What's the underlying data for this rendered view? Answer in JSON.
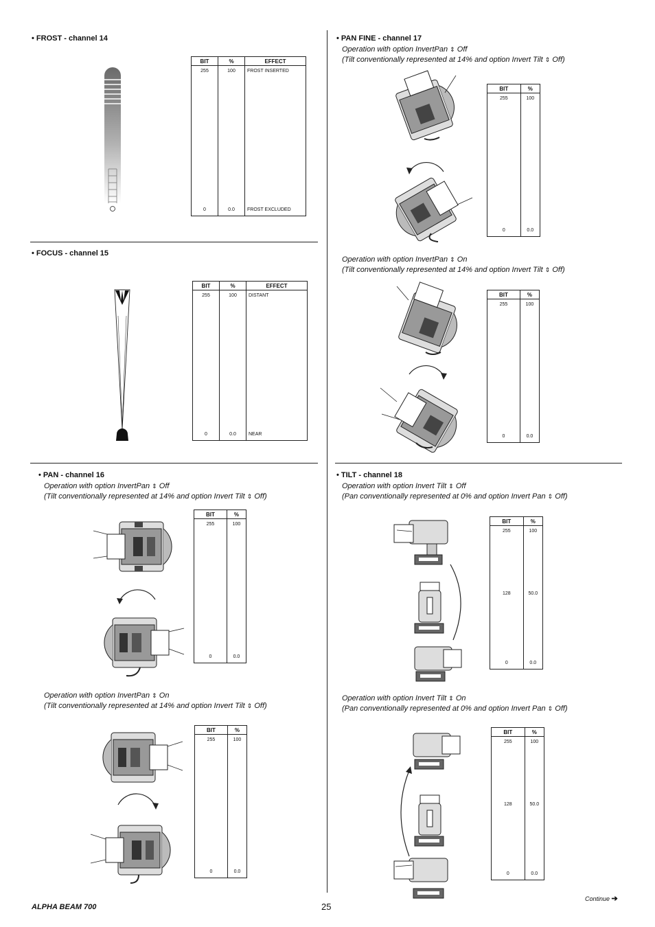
{
  "sections": {
    "frost": {
      "title": "• FROST - channel 14",
      "table": {
        "headers": [
          "BIT",
          "%",
          "EFFECT"
        ],
        "rows": [
          {
            "bit": "255",
            "pct": "100",
            "effect": "FROST INSERTED"
          },
          {
            "bit": "0",
            "pct": "0.0",
            "effect": "FROST EXCLUDED"
          }
        ]
      }
    },
    "focus": {
      "title": "• FOCUS - channel 15",
      "table": {
        "headers": [
          "BIT",
          "%",
          "EFFECT"
        ],
        "rows": [
          {
            "bit": "255",
            "pct": "100",
            "effect": "DISTANT"
          },
          {
            "bit": "0",
            "pct": "0.0",
            "effect": "NEAR"
          }
        ]
      }
    },
    "pan": {
      "title": "• PAN - channel 16",
      "blocks": [
        {
          "line1": "Operation with option InvertPan",
          "state1": "Off",
          "line2": "(Tilt conventionally represented at 14% and option Invert Tilt",
          "state2": "Off)",
          "table": {
            "headers": [
              "BIT",
              "%"
            ],
            "rows": [
              {
                "bit": "255",
                "pct": "100"
              },
              {
                "bit": "0",
                "pct": "0.0"
              }
            ]
          }
        },
        {
          "line1": "Operation with option InvertPan",
          "state1": "On",
          "line2": "(Tilt conventionally represented at 14% and option Invert Tilt",
          "state2": "Off)",
          "table": {
            "headers": [
              "BIT",
              "%"
            ],
            "rows": [
              {
                "bit": "255",
                "pct": "100"
              },
              {
                "bit": "0",
                "pct": "0.0"
              }
            ]
          }
        }
      ]
    },
    "pan_fine": {
      "title": "• PAN FINE - channel 17",
      "blocks": [
        {
          "line1": "Operation with option InvertPan",
          "state1": "Off",
          "line2": "(Tilt conventionally represented at 14% and option Invert Tilt",
          "state2": "Off)",
          "table": {
            "headers": [
              "BIT",
              "%"
            ],
            "rows": [
              {
                "bit": "255",
                "pct": "100"
              },
              {
                "bit": "0",
                "pct": "0.0"
              }
            ]
          }
        },
        {
          "line1": "Operation with option InvertPan",
          "state1": "On",
          "line2": "(Tilt conventionally represented at 14% and option Invert Tilt",
          "state2": "Off)",
          "table": {
            "headers": [
              "BIT",
              "%"
            ],
            "rows": [
              {
                "bit": "255",
                "pct": "100"
              },
              {
                "bit": "0",
                "pct": "0.0"
              }
            ]
          }
        }
      ]
    },
    "tilt": {
      "title": "• TILT - channel 18",
      "blocks": [
        {
          "line1": "Operation with option Invert Tilt",
          "state1": "Off",
          "line2": "(Pan conventionally represented at 0% and option Invert Pan",
          "state2": "Off)",
          "table": {
            "headers": [
              "BIT",
              "%"
            ],
            "rows": [
              {
                "bit": "255",
                "pct": "100"
              },
              {
                "bit": "128",
                "pct": "50.0"
              },
              {
                "bit": "0",
                "pct": "0.0"
              }
            ]
          }
        },
        {
          "line1": "Operation with option Invert Tilt",
          "state1": "On",
          "line2": "(Pan conventionally represented at 0% and option Invert Pan",
          "state2": "Off)",
          "table": {
            "headers": [
              "BIT",
              "%"
            ],
            "rows": [
              {
                "bit": "255",
                "pct": "100"
              },
              {
                "bit": "128",
                "pct": "50.0"
              },
              {
                "bit": "0",
                "pct": "0.0"
              }
            ]
          }
        }
      ]
    }
  },
  "footer": {
    "product": "ALPHA BEAM 700",
    "page_number": "25",
    "continue": "Continue"
  },
  "icons": {
    "toggle": "up-down-arrow-icon",
    "continue": "right-arrow-icon",
    "rotation": "curved-arrow-icon"
  }
}
